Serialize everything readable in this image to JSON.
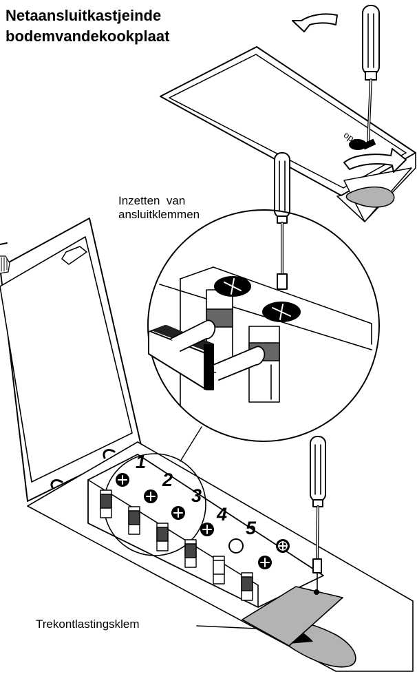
{
  "title": {
    "line1": "Netaansluitkastjeinde",
    "line2": "bodemvandekookplaat"
  },
  "labels": {
    "insert": {
      "line1": "Inzetten  van",
      "line2": "ansluitklemmen"
    },
    "strain_relief": "Trekontlastingsklem",
    "cover_marking": "open"
  },
  "terminals": {
    "numbers": [
      "1",
      "2",
      "3",
      "4",
      "5"
    ]
  }
}
